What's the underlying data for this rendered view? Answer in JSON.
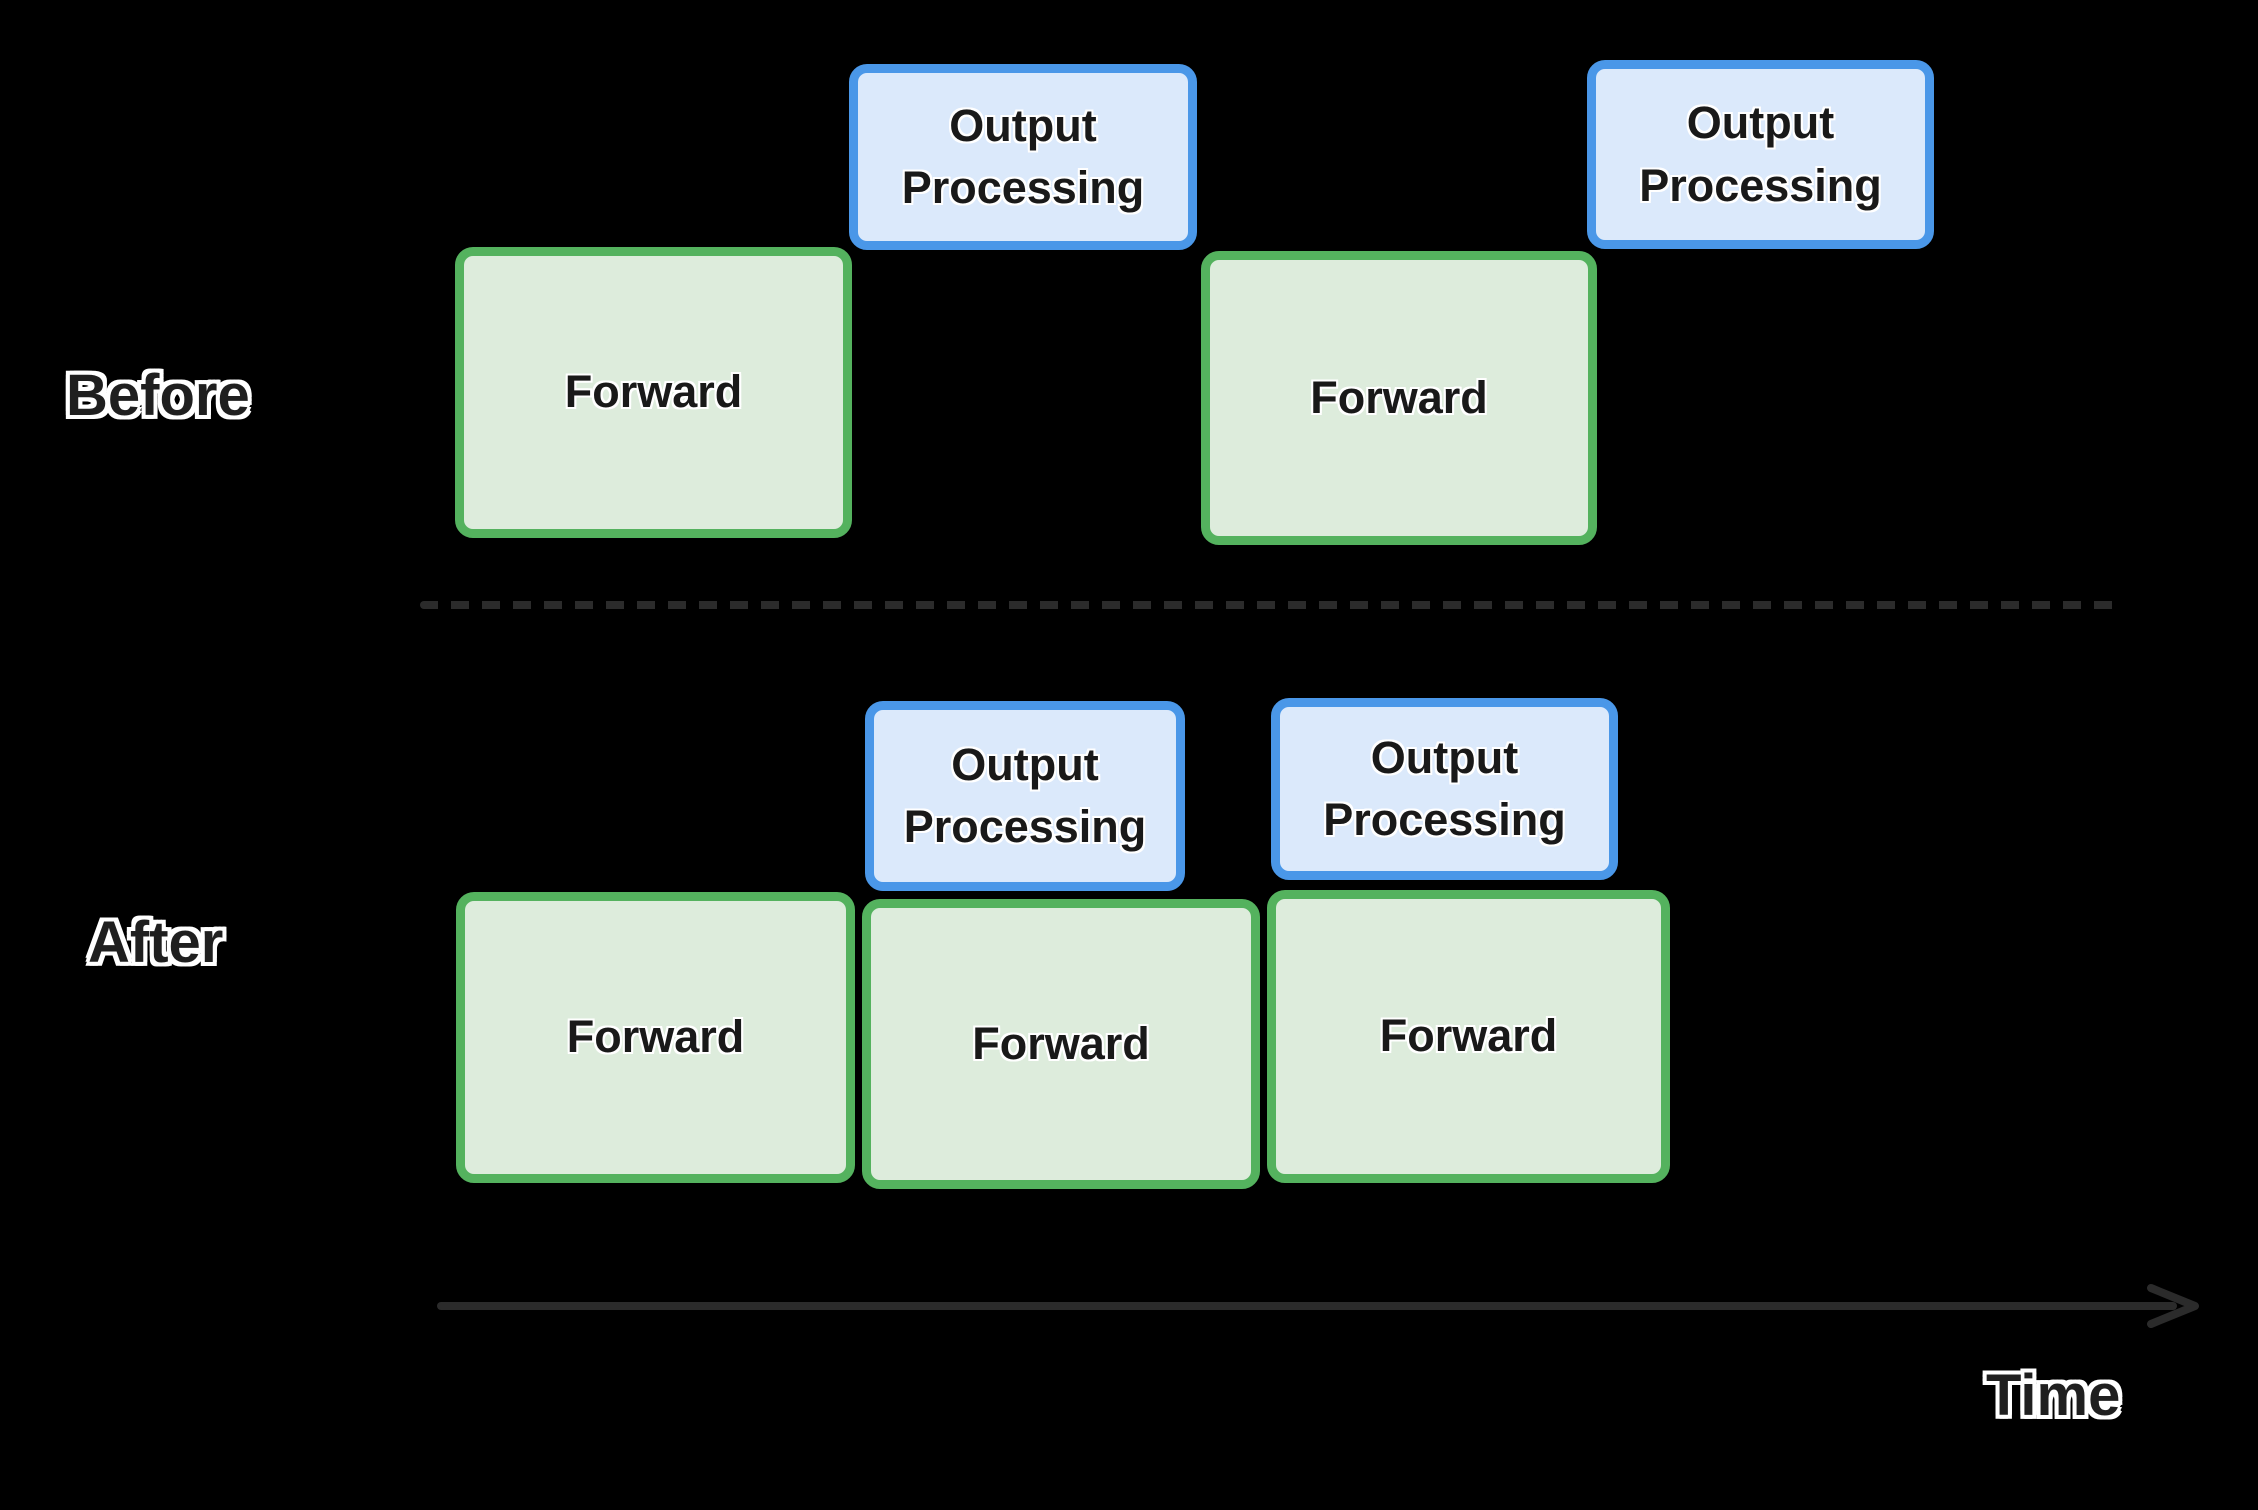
{
  "diagram": {
    "colors": {
      "background": "#000000",
      "forward_border": "#54b25e",
      "forward_fill": "#ddecdc",
      "output_border": "#4a97e8",
      "output_fill": "#dbe9fb",
      "line": "#2b2b2b",
      "label_text": "#1f1f1f",
      "box_text": "#191919"
    },
    "rows": {
      "before": {
        "label": "Before",
        "boxes": [
          {
            "kind": "forward",
            "label": "Forward"
          },
          {
            "kind": "output",
            "label": "Output Processing"
          },
          {
            "kind": "forward",
            "label": "Forward"
          },
          {
            "kind": "output",
            "label": "Output Processing"
          }
        ]
      },
      "after": {
        "label": "After",
        "boxes": [
          {
            "kind": "output",
            "label": "Output Processing"
          },
          {
            "kind": "output",
            "label": "Output Processing"
          },
          {
            "kind": "forward",
            "label": "Forward"
          },
          {
            "kind": "forward",
            "label": "Forward"
          },
          {
            "kind": "forward",
            "label": "Forward"
          }
        ]
      }
    },
    "axis": {
      "label": "Time"
    }
  }
}
